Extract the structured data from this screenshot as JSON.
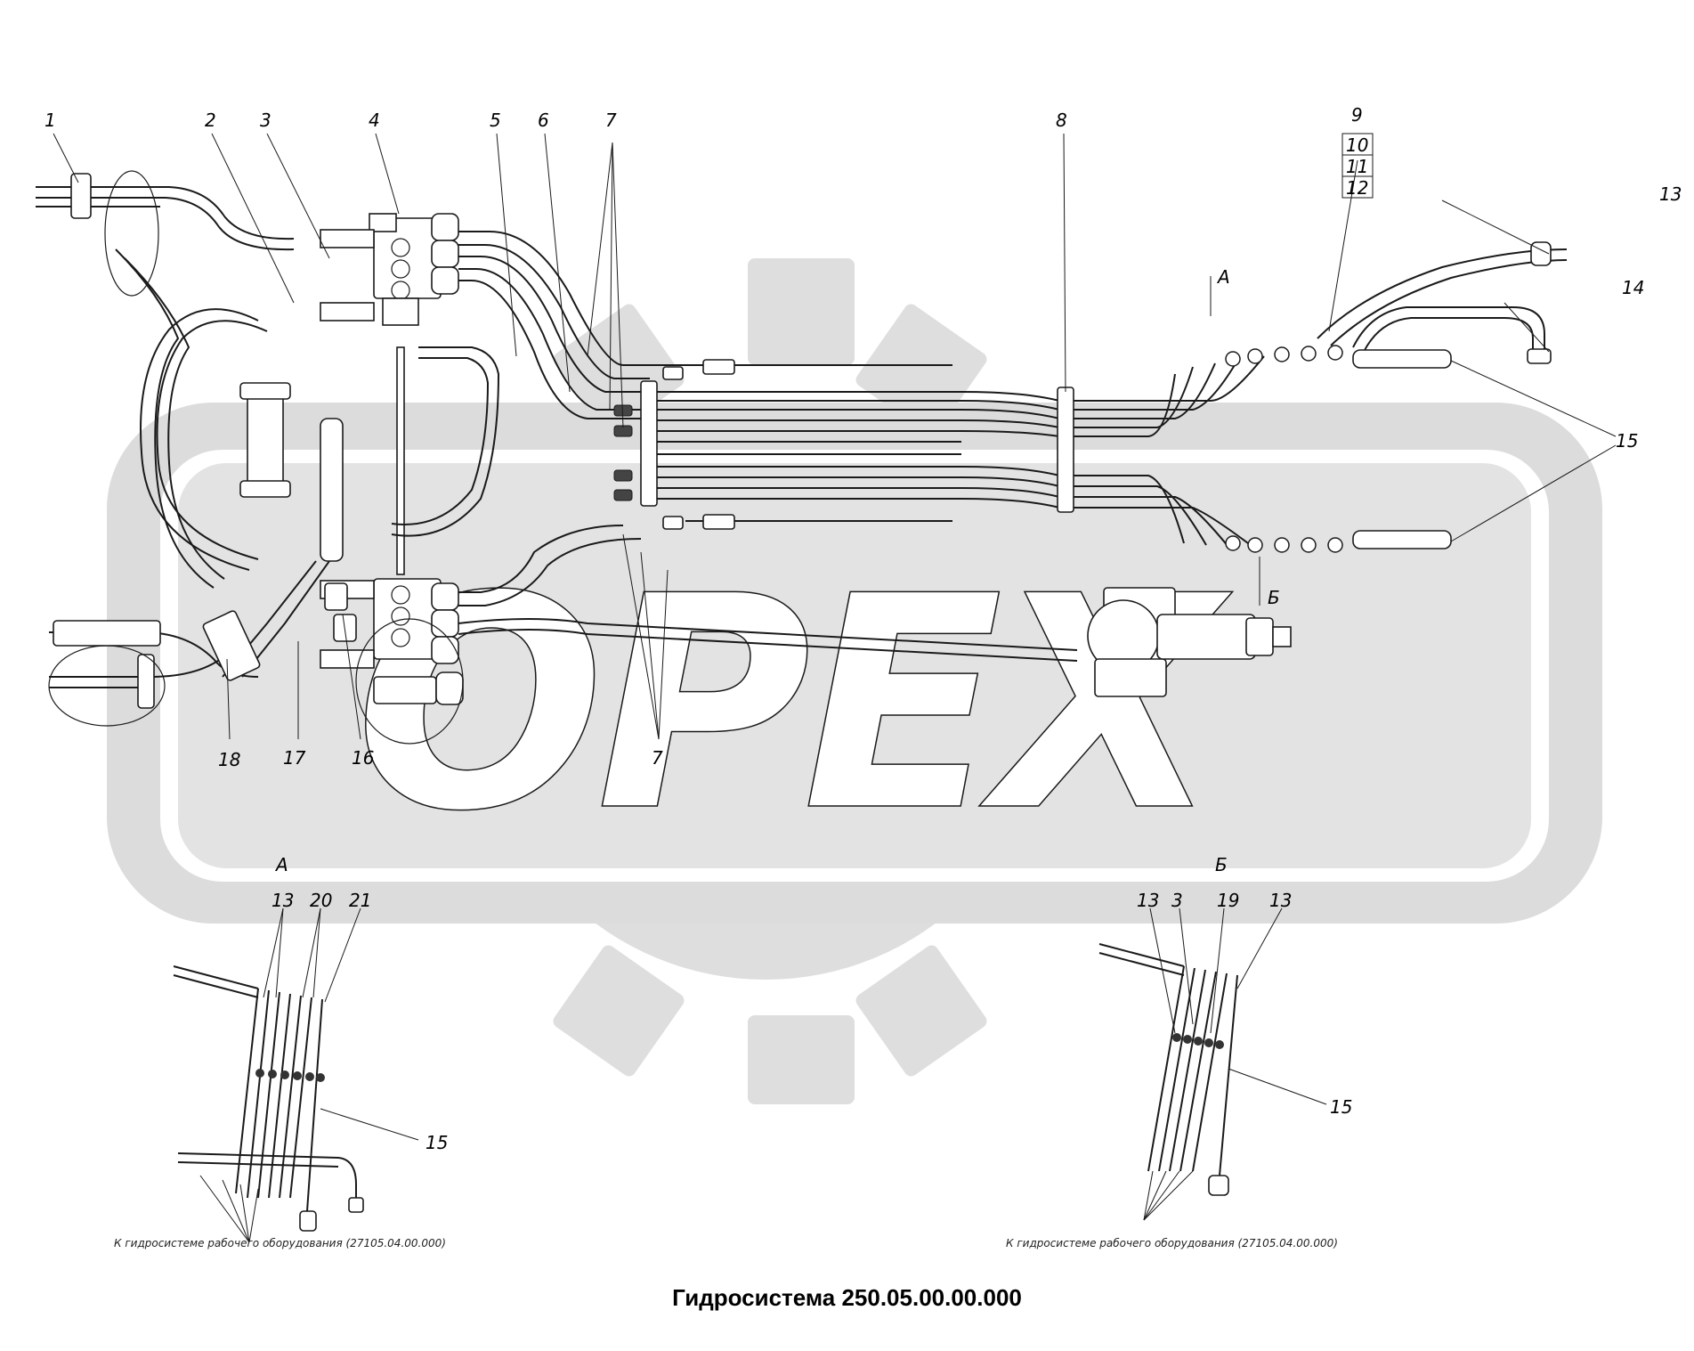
{
  "title": "Гидросистема 250.05.00.00.000",
  "watermark": {
    "text": "ОРЕХ",
    "color": "#dcdcdc"
  },
  "views": {
    "a": "А",
    "b": "Б"
  },
  "callouts": [
    "1",
    "2",
    "3",
    "4",
    "5",
    "6",
    "7",
    "8",
    "9",
    "10",
    "11",
    "12",
    "13",
    "14",
    "15",
    "16",
    "17",
    "18",
    "19",
    "20",
    "21"
  ],
  "view_a_labels": [
    "13",
    "20",
    "21",
    "15"
  ],
  "view_b_labels": [
    "13",
    "3",
    "19",
    "13",
    "15"
  ],
  "notes": {
    "view_a": "К гидросистеме рабочего оборудования (27105.04.00.000)",
    "view_b": "К гидросистеме рабочего оборудования (27105.04.00.000)"
  }
}
